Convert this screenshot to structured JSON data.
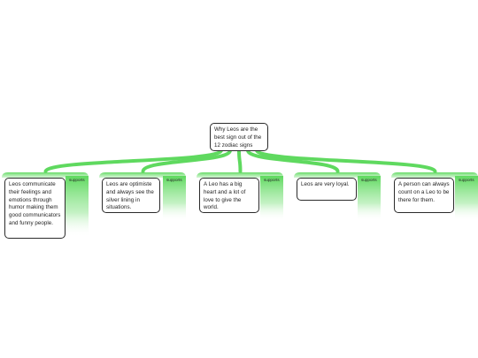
{
  "root": {
    "text": "Why Leos are the best sign out of the 12 zodiac signs"
  },
  "link_label": "supports",
  "branches": [
    {
      "text": "Leos communicate their feelings and emotions through humor making them good communicators and funny people."
    },
    {
      "text": "Leos are optimiste and always see the silver lining in situations."
    },
    {
      "text": "A Leo has a big heart and a lot of love to give the world."
    },
    {
      "text": "Leos are very loyal."
    },
    {
      "text": "A person can always count on a Leo to be there for them."
    }
  ],
  "colors": {
    "connector": "#5fd95f",
    "connector_light": "#c8f5c8",
    "node_border": "#2b2b2b",
    "text": "#222222"
  }
}
